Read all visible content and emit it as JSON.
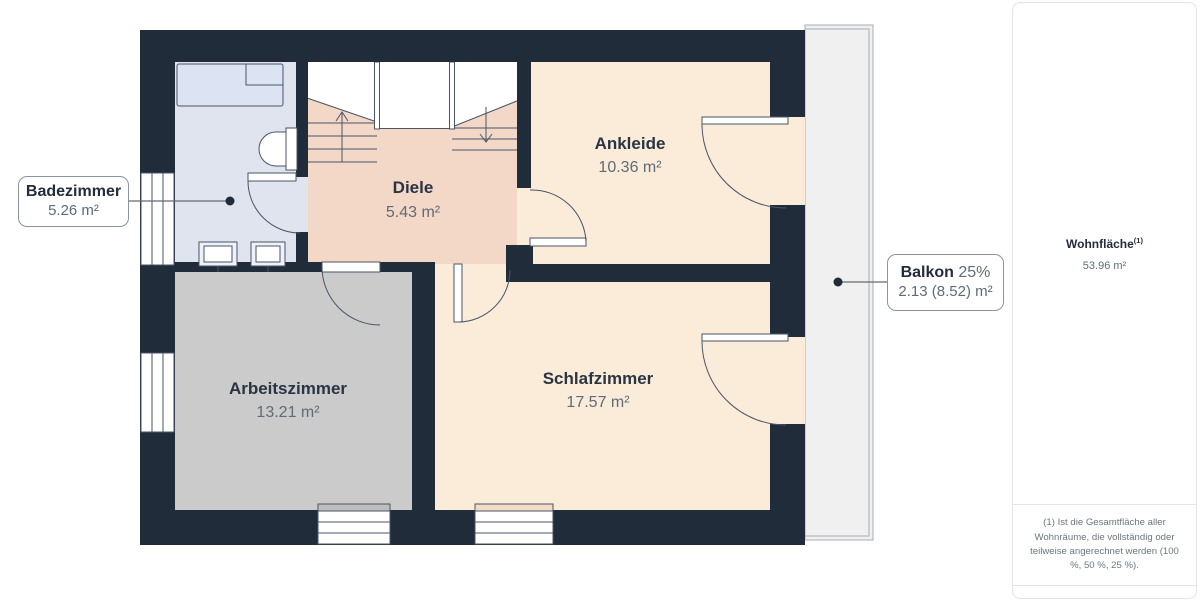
{
  "floorplan": {
    "rooms": {
      "diele": {
        "name": "Diele",
        "area": "5.43 m²"
      },
      "ankleide": {
        "name": "Ankleide",
        "area": "10.36 m²"
      },
      "arbeitszimmer": {
        "name": "Arbeitszimmer",
        "area": "13.21 m²"
      },
      "schlafzimmer": {
        "name": "Schlafzimmer",
        "area": "17.57 m²"
      }
    },
    "callouts": {
      "badezimmer": {
        "name": "Badezimmer",
        "area": "5.26 m²"
      },
      "balkon": {
        "name": "Balkon",
        "percent": "25%",
        "area": "2.13 (8.52) m²"
      }
    },
    "colors": {
      "wall": "#212c3a",
      "bath_floor": "#dfe4ef",
      "diele_floor": "#f3d8c8",
      "light_room_floor": "#fbecda",
      "work_room_floor": "#cbcbcb",
      "balcony_floor": "#f0f0f1",
      "line": "#4a5568",
      "label_dark": "#2a3443",
      "label_gray": "#5f6b76"
    }
  },
  "sidebar": {
    "title": "Wohnfläche",
    "title_sup": "(1)",
    "value": "53.96 m²",
    "footnote": "(1) Ist die Gesamtfläche aller Wohnräume, die vollständig oder teilweise angerechnet werden (100 %, 50 %, 25 %)."
  }
}
